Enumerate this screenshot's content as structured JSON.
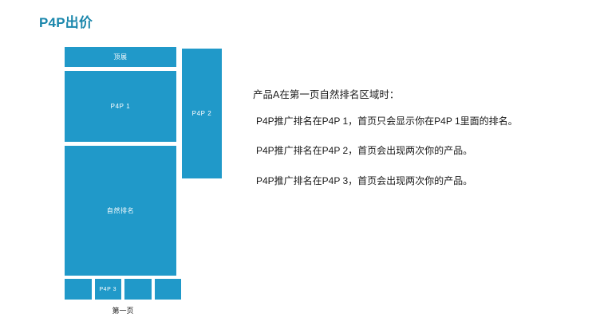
{
  "slide": {
    "title": "P4P出价",
    "title_color": "#1b87ac",
    "background_color": "#ffffff"
  },
  "diagram": {
    "block_color": "#2099c9",
    "block_text_color": "#ffffff",
    "blocks": [
      {
        "name": "top-banner",
        "label": "顶展"
      },
      {
        "name": "p4p-1",
        "label": "P4P 1"
      },
      {
        "name": "natural-ranking",
        "label": "自然排名"
      },
      {
        "name": "p4p-2",
        "label": "P4P 2"
      }
    ],
    "thumbnails": [
      {
        "label": ""
      },
      {
        "label": "P4P 3"
      },
      {
        "label": ""
      },
      {
        "label": ""
      }
    ],
    "page_caption": "第一页"
  },
  "description": {
    "heading": "产品A在第一页自然排名区域时：",
    "lines": [
      "P4P推广排名在P4P 1，首页只会显示你在P4P 1里面的排名。",
      "P4P推广排名在P4P 2，首页会出现两次你的产品。",
      "P4P推广排名在P4P 3，首页会出现两次你的产品。"
    ]
  }
}
